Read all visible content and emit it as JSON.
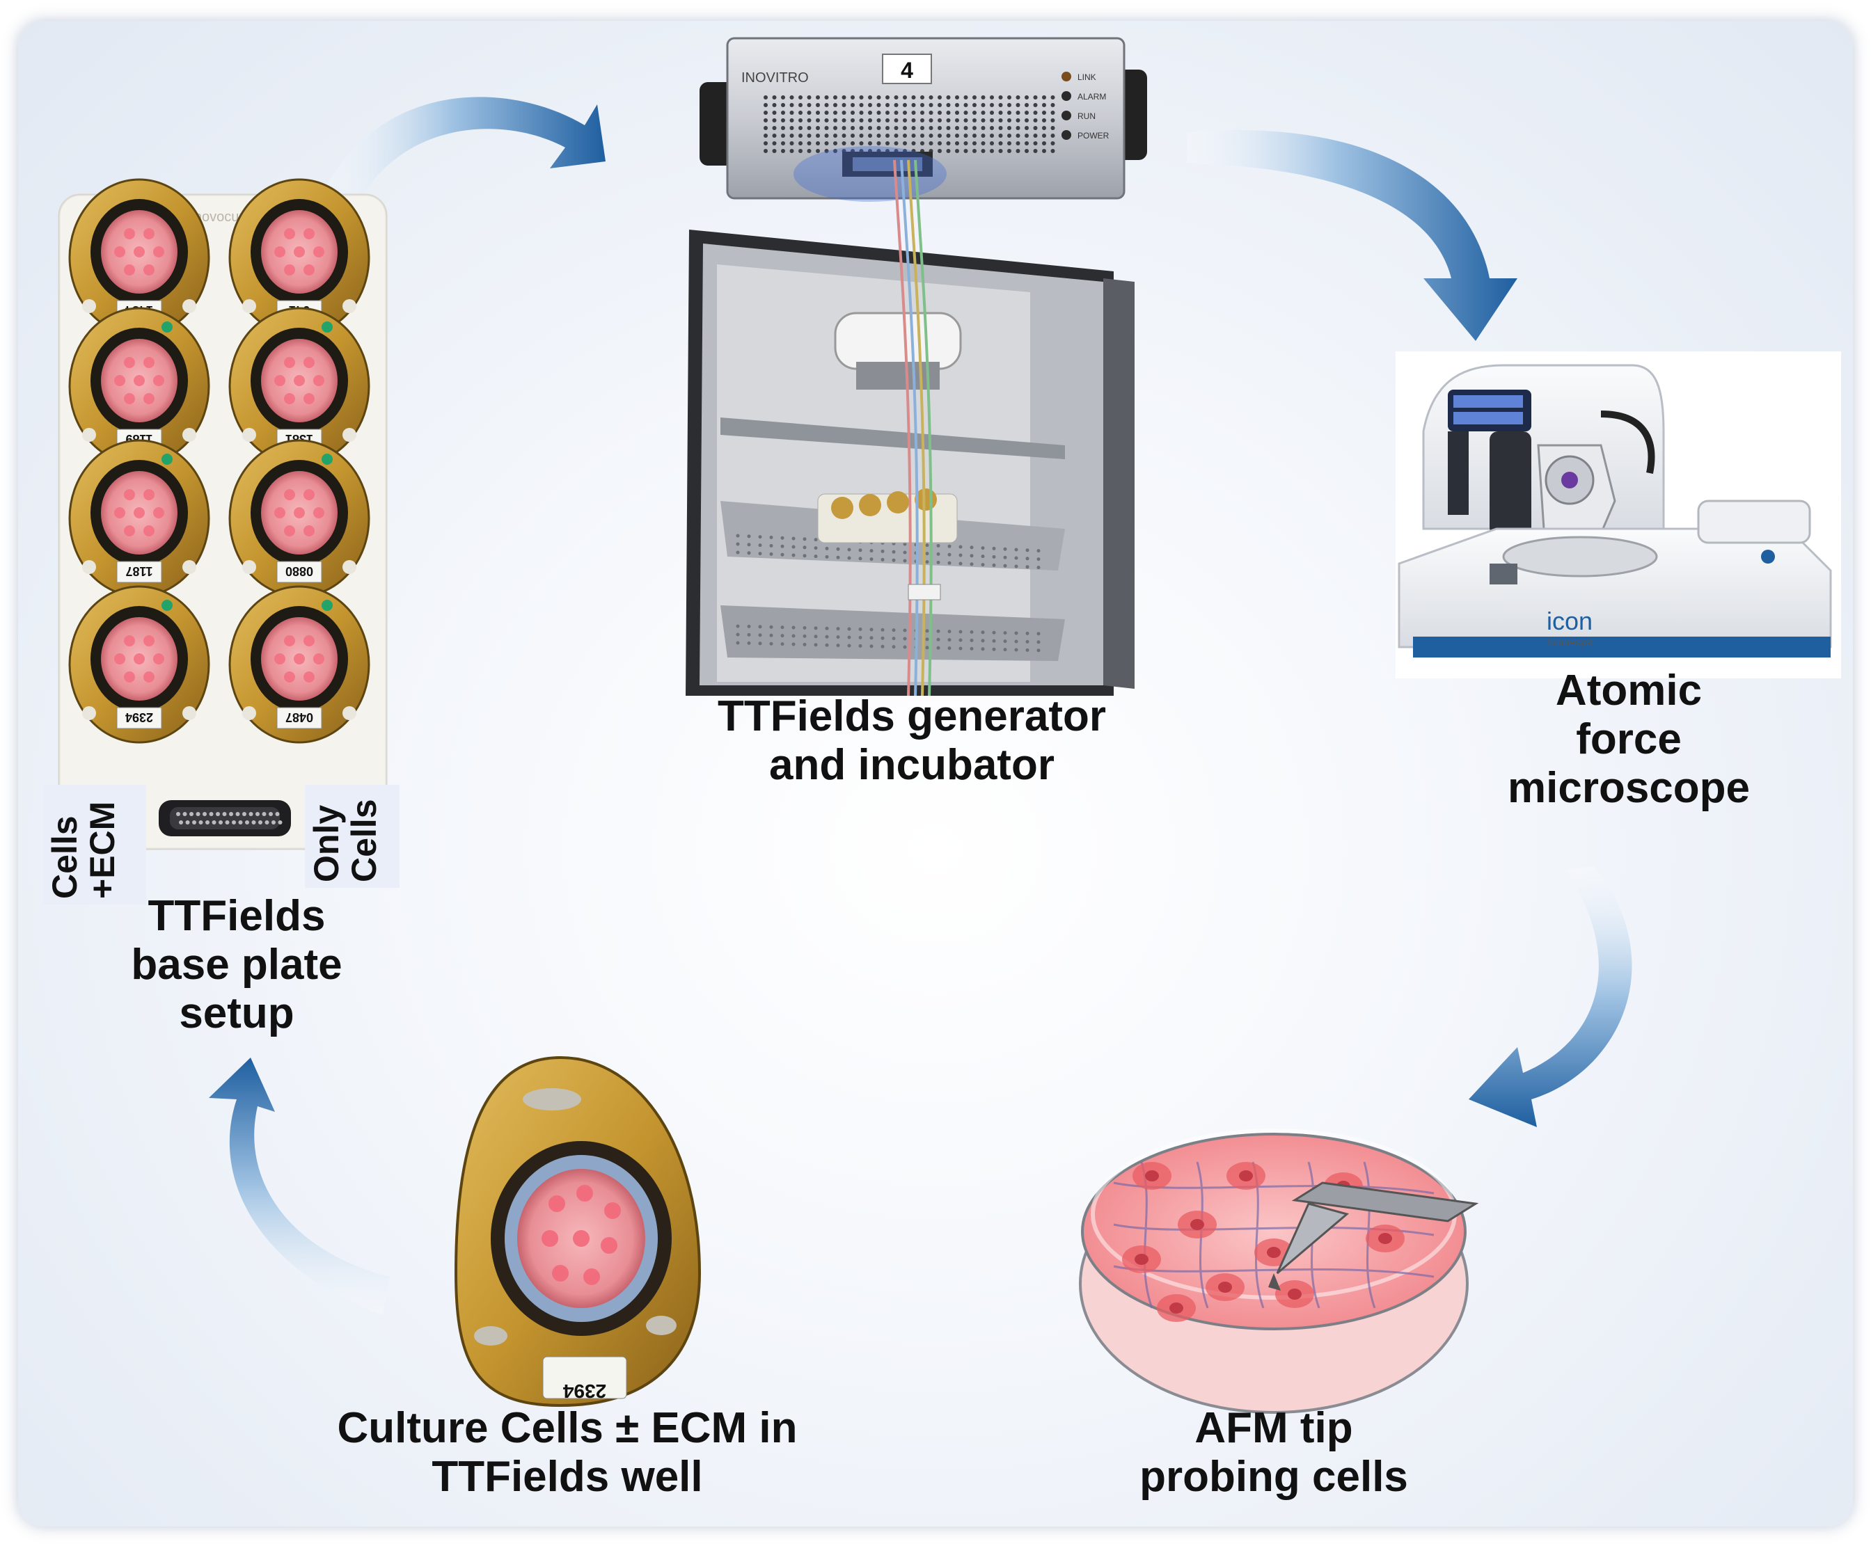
{
  "labels": {
    "base_plate": "TTFields\nbase plate\nsetup",
    "generator": "TTFields generator\nand incubator",
    "afm": "Atomic\nforce\nmicroscope",
    "afm_tip": "AFM tip\nprobing cells",
    "culture": "Culture Cells ± ECM in\nTTFields well"
  },
  "plate_tags": {
    "left": "Cells\n+ECM",
    "right": "Only\nCells"
  },
  "device_text": {
    "generator_brand": "INOVITRO",
    "generator_number": "4",
    "generator_lights": [
      "LINK",
      "ALARM",
      "RUN",
      "POWER"
    ],
    "plate_brand": "novocure",
    "afm_brand": "icon",
    "afm_sub": "ScanAsyst",
    "well_number": "2394"
  },
  "plate_well_numbers": [
    "1434",
    "941",
    "1189",
    "1381",
    "1187",
    "0880",
    "2394",
    "0487"
  ],
  "colors": {
    "arrow": "#1f5fa0",
    "arrow_light": "#b9d3ea",
    "well_amber": "#c49a3a",
    "dish_pink": "#f5a6aa"
  }
}
